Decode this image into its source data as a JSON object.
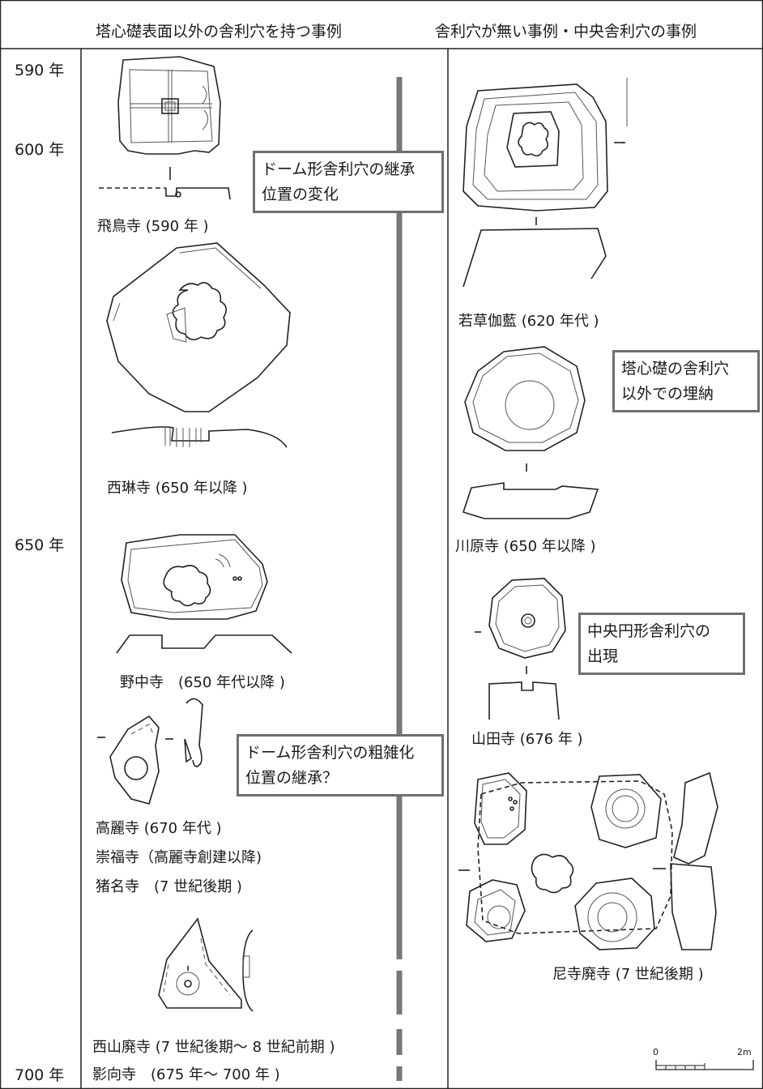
{
  "header": {
    "left_title": "塔心礎表面以外の舎利穴を持つ事例",
    "right_title": "舎利穴が無い事例・中央舎利穴の事例"
  },
  "years": [
    "590 年",
    "600 年",
    "650 年",
    "700 年"
  ],
  "left_items": {
    "asukadera": "飛鳥寺 (590 年 )",
    "sairinji": "西琳寺 (650 年以降 )",
    "nonakadera": "野中寺　(650 年代以降 )",
    "komadera": "高麗寺 (670 年代 )",
    "sufukuji": "崇福寺（高麗寺創建以降)",
    "inadera": "猪名寺　(7 世紀後期 )",
    "nishiyama": "西山廃寺 (7 世紀後期～ 8 世紀前期 )",
    "yogoji": "影向寺　(675 年～ 700 年 )"
  },
  "right_items": {
    "wakakusa": "若草伽藍 (620 年代 )",
    "kawaharadera": "川原寺 (650 年以降 )",
    "yamadadera": "山田寺 (676 年 )",
    "amadera": "尼寺廃寺 (7 世紀後期 )"
  },
  "notes": {
    "dome_inherit": [
      "ドーム形舎利穴の継承",
      "位置の変化"
    ],
    "dome_coarse": [
      "ドーム形舎利穴の粗雑化",
      "位置の継承？"
    ],
    "outside_burial": [
      "塔心礎の舎利穴",
      "以外での埋納"
    ],
    "central_round": [
      "中央円形舎利穴の",
      "出現"
    ]
  },
  "scale": {
    "zero": "0",
    "max": "2m"
  }
}
